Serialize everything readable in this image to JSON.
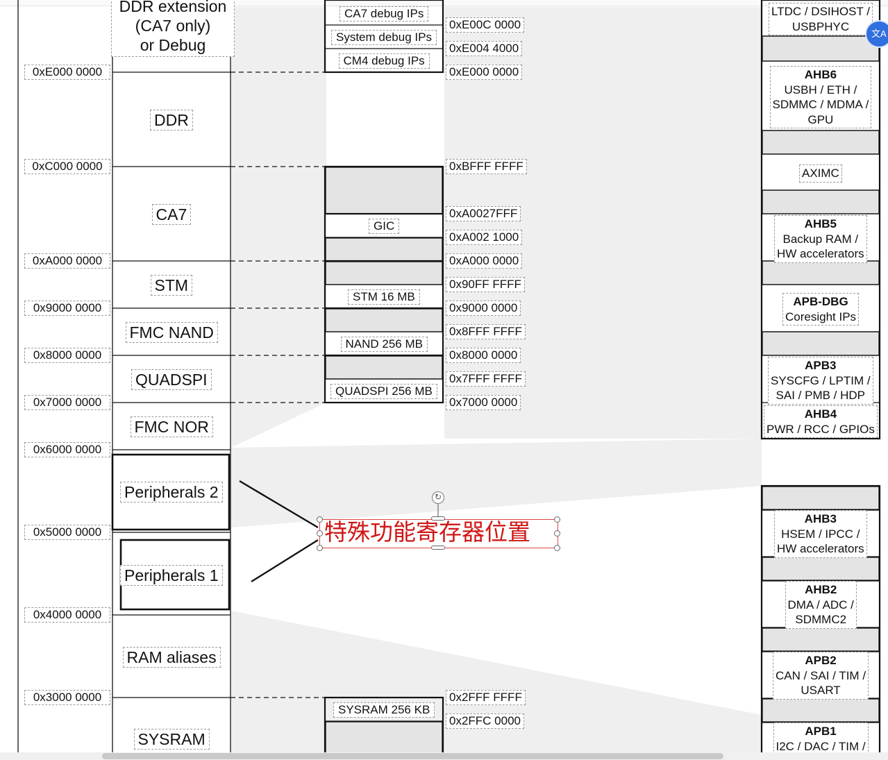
{
  "title_label": "特殊功能寄存器位置",
  "colors": {
    "highlight": "#d01616",
    "fab": "#2f6fe0",
    "fill_gray": "#e4e4e4"
  },
  "left_addresses": [
    "0xE000 0000",
    "0xC000 0000",
    "0xA000 0000",
    "0x9000 0000",
    "0x8000 0000",
    "0x7000 0000",
    "0x6000 0000",
    "0x5000 0000",
    "0x4000 0000",
    "0x3000 0000"
  ],
  "memory_regions": [
    {
      "lines": [
        "DDR extension",
        "(CA7 only)",
        "or Debug"
      ]
    },
    {
      "label": "DDR"
    },
    {
      "label": "CA7"
    },
    {
      "label": "STM"
    },
    {
      "label": "FMC NAND"
    },
    {
      "label": "QUADSPI"
    },
    {
      "label": "FMC NOR"
    },
    {
      "label": "Peripherals 2"
    },
    {
      "label": "Peripherals 1"
    },
    {
      "label": "RAM aliases"
    },
    {
      "label": "SYSRAM"
    }
  ],
  "detail_blocks": [
    {
      "label": "CA7 debug IPs"
    },
    {
      "label": "System debug IPs"
    },
    {
      "label": "CM4 debug IPs"
    },
    {
      "label": "GIC"
    },
    {
      "label": "STM 16 MB"
    },
    {
      "label": "NAND 256 MB"
    },
    {
      "label": "QUADSPI 256 MB"
    },
    {
      "label": "SYSRAM 256 KB"
    }
  ],
  "detail_addresses": [
    "0xE00C 0000",
    "0xE004 4000",
    "0xE000 0000",
    "0xBFFF FFFF",
    "0xA0027FFF",
    "0xA002 1000",
    "0xA000 0000",
    "0x90FF FFFF",
    "0x9000 0000",
    "0x8FFF FFFF",
    "0x8000 0000",
    "0x7FFF FFFF",
    "0x7000 0000",
    "0x2FFF FFFF",
    "0x2FFC 0000"
  ],
  "right_blocks": [
    {
      "lines": [
        "LTDC / DSIHOST /",
        "USBPHYC"
      ]
    },
    {
      "name": "AHB6",
      "lines": [
        "USBH / ETH /",
        "SDMMC / MDMA /",
        "GPU"
      ]
    },
    {
      "lines": [
        "AXIMC"
      ]
    },
    {
      "name": "AHB5",
      "lines": [
        "Backup RAM /",
        "HW accelerators"
      ]
    },
    {
      "name": "APB-DBG",
      "lines": [
        "Coresight IPs"
      ]
    },
    {
      "name": "APB3",
      "lines": [
        "SYSCFG / LPTIM /",
        "SAI / PMB / HDP"
      ]
    },
    {
      "name": "AHB4",
      "lines": [
        "PWR / RCC / GPIOs"
      ]
    },
    {
      "name": "AHB3",
      "lines": [
        "HSEM / IPCC /",
        "HW accelerators"
      ]
    },
    {
      "name": "AHB2",
      "lines": [
        "DMA / ADC /",
        "SDMMC2"
      ]
    },
    {
      "name": "APB2",
      "lines": [
        "CAN / SAI / TIM /",
        "USART"
      ]
    },
    {
      "name": "APB1",
      "lines": [
        "I2C / DAC / TIM /"
      ]
    }
  ],
  "fab_icon": "translate-icon"
}
